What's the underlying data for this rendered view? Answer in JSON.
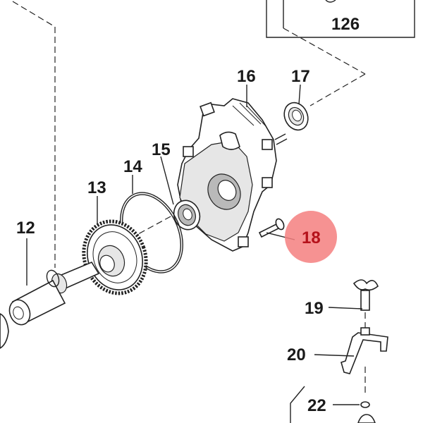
{
  "callouts": {
    "c126": "126",
    "c16": "16",
    "c17": "17",
    "c15": "15",
    "c14": "14",
    "c13": "13",
    "c12": "12",
    "c18": "18",
    "c19": "19",
    "c20": "20",
    "c22": "22"
  },
  "highlight": {
    "part": "18",
    "color": "#f47f7f"
  }
}
